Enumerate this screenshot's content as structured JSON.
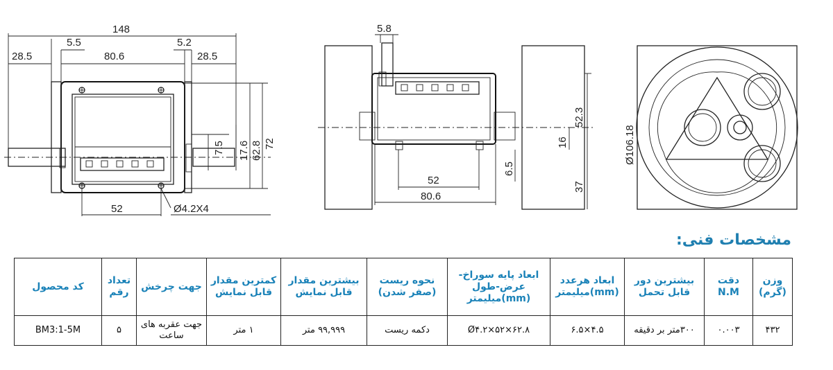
{
  "drawing": {
    "front_view": {
      "overall_width": "148",
      "left_offset": "28.5",
      "left_gap": "5.5",
      "body_width": "80.6",
      "right_gap": "5.2",
      "right_offset": "28.5",
      "dim_7_5": "7.5",
      "dim_17_6": "17.6",
      "dim_62_8": "62.8",
      "dim_72": "72",
      "hole_spacing": "52",
      "hole_spec": "Ø4.2X4"
    },
    "side_view": {
      "lever_width": "5.8",
      "height_52_3": "52.3",
      "dim_16": "16",
      "dim_6_5": "6.5",
      "base_37": "37",
      "inner_52": "52",
      "width_80_6": "80.6"
    },
    "end_view": {
      "diameter": "Ø106.18"
    }
  },
  "specs": {
    "title": "مشخصات فنی:",
    "headers": [
      "وزن (گرم)",
      "دقت N.M",
      "بیشترین دور قابل تحمل",
      "ابعاد هرعدد (mm)میلیمتر",
      "ابعاد پایه سوراخ-عرض-طول (mm)میلیمتر",
      "نحوه ریست (صفر شدن)",
      "بیشترین مقدار قابل نمایش",
      "کمترین مقدار قابل نمایش",
      "جهت چرخش",
      "تعداد رقم",
      "کد محصول"
    ],
    "row": [
      "۴۳۲",
      "۰.۰۰۳",
      "۳۰۰متر بر دقیقه",
      "۴.۵×۶.۵",
      "۶۲.۸×۵۲×Ø۴.۲",
      "دکمه ریست",
      "۹۹,۹۹۹ متر",
      "۱ متر",
      "جهت عقربه های ساعت",
      "۵",
      "BM3:1-5M"
    ]
  }
}
